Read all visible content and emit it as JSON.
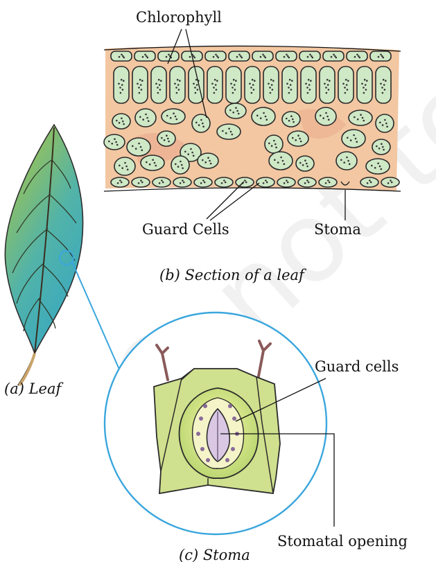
{
  "labels": {
    "chlorophyll": "Chlorophyll",
    "guard_cells_section": "Guard Cells",
    "stoma_section": "Stoma",
    "guard_cells_detail": "Guard cells",
    "stomatal_opening": "Stomatal opening"
  },
  "captions": {
    "leaf": "(a) Leaf",
    "section": "(b) Section of a leaf",
    "stoma": "(c) Stoma"
  },
  "watermark": "© not to be republished",
  "colors": {
    "cell_fill": "#cfe8c6",
    "tissue_bg": "#f2c7a2",
    "leaf_green": "#8cbf66",
    "leaf_teal": "#43aeb8",
    "circle_outline": "#3aa6dd",
    "stoma_yellow": "#e6ee88"
  }
}
